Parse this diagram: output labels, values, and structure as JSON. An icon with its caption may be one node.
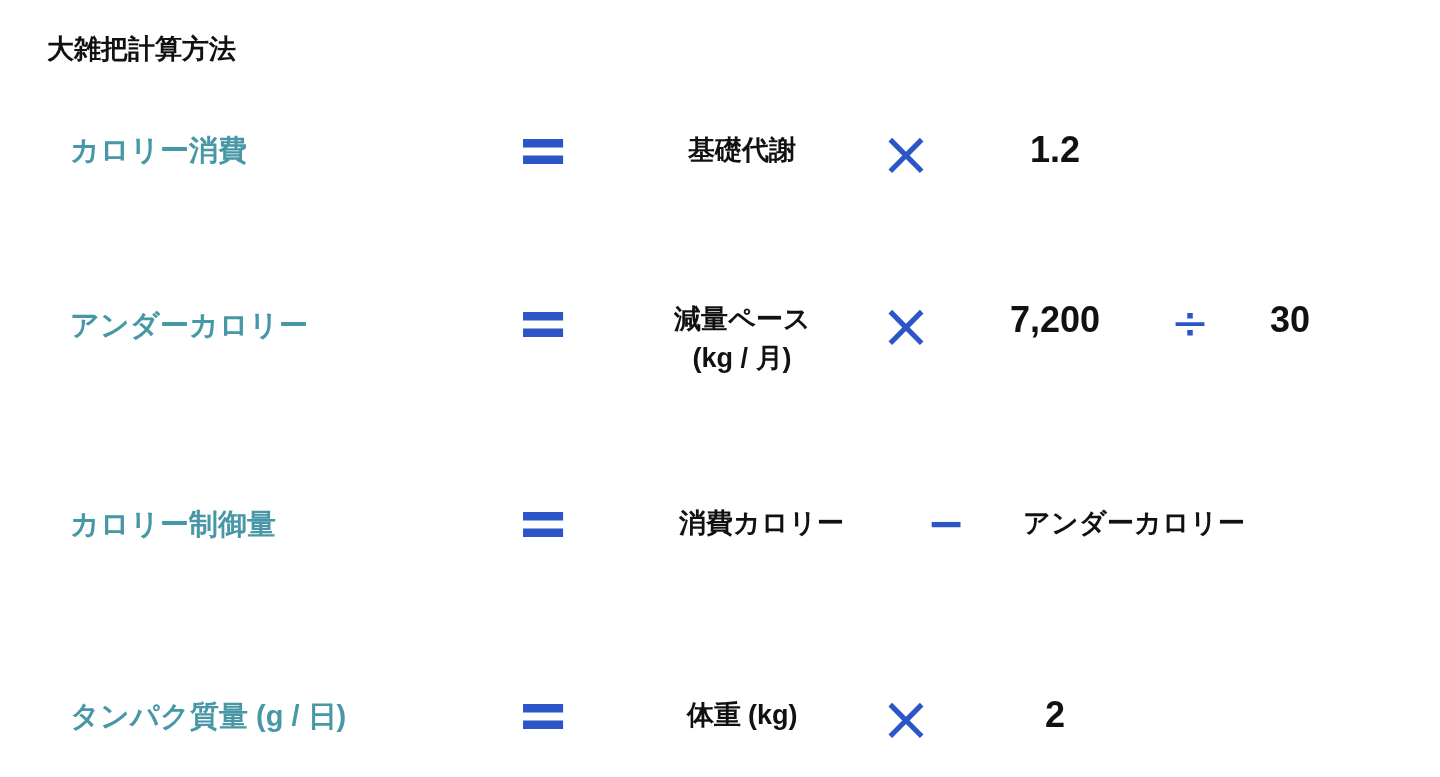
{
  "diagram": {
    "title": "大雑把計算方法",
    "labels": [
      "カロリー消費",
      "=",
      "基礎代謝",
      "×",
      "1.2",
      "アンダーカロリー",
      "=",
      "減量ペース (kg / 月)",
      "×",
      "7,200",
      "÷",
      "30",
      "カロリー制御量",
      "=",
      "消費カロリー",
      "−",
      "アンダーカロリー",
      "タンパク質量 (g / 日)",
      "=",
      "体重 (kg)",
      "×",
      "2"
    ]
  }
}
